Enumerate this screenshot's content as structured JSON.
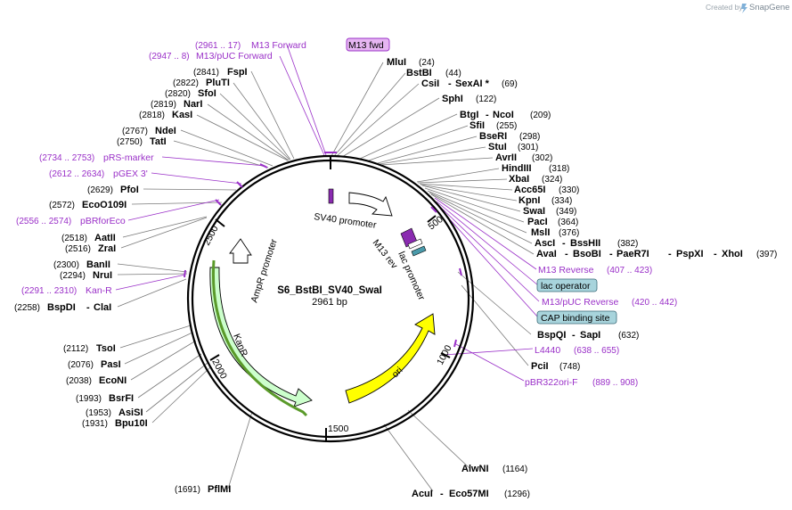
{
  "credit": {
    "created_by": "Created by",
    "brand": "SnapGene"
  },
  "plasmid": {
    "name": "S6_BstBI_SV40_SwaI",
    "length": "2961 bp"
  },
  "ticks": [
    "500",
    "1000",
    "1500",
    "2000",
    "2500"
  ],
  "features": {
    "sv40": "SV40 promoter",
    "ampr": "AmpR promoter",
    "kanr": "KanR",
    "ori": "ori",
    "lac": "lac promoter",
    "m13rev": "M13 rev"
  },
  "labels": {
    "m13fwd_box": "M13 fwd",
    "m13_forward_pos": "(2961 .. 17)",
    "m13_forward": "M13 Forward",
    "m13puc_fwd_pos": "(2947 .. 8)",
    "m13puc_fwd": "M13/pUC Forward",
    "fspi_pos": "(2841)",
    "fspi": "FspI",
    "pluti_pos": "(2822)",
    "pluti": "PluTI",
    "sfoi_pos": "(2820)",
    "sfoi": "SfoI",
    "nari_pos": "(2819)",
    "nari": "NarI",
    "kasi_pos": "(2818)",
    "kasi": "KasI",
    "ndei_pos": "(2767)",
    "ndei": "NdeI",
    "tati_pos": "(2750)",
    "tati": "TatI",
    "prs_pos": "(2734 .. 2753)",
    "prs": "pRS-marker",
    "pgex_pos": "(2612 .. 2634)",
    "pgex": "pGEX 3'",
    "pfoi_pos": "(2629)",
    "pfoi": "PfoI",
    "eco0109i_pos": "(2572)",
    "eco0109i": "EcoO109I",
    "pbrfor_pos": "(2556 .. 2574)",
    "pbrfor": "pBRforEco",
    "aatii_pos": "(2518)",
    "aatii": "AatII",
    "zrai_pos": "(2516)",
    "zrai": "ZraI",
    "banii_pos": "(2300)",
    "banii": "BanII",
    "nrui_pos": "(2294)",
    "nrui": "NruI",
    "kanr_primer_pos": "(2291 .. 2310)",
    "kanr_primer": "Kan-R",
    "bspdi_pos": "(2258)",
    "bspdi": "BspDI",
    "clai": "ClaI",
    "tsoi_pos": "(2112)",
    "tsoi": "TsoI",
    "pasi_pos": "(2076)",
    "pasi": "PasI",
    "econi_pos": "(2038)",
    "econi": "EcoNI",
    "bsrfi_pos": "(1993)",
    "bsrfi": "BsrFI",
    "asisi_pos": "(1953)",
    "asisi": "AsiSI",
    "bpu10i_pos": "(1931)",
    "bpu10i": "Bpu10I",
    "pflmi_pos": "(1691)",
    "pflmi": "PflMI",
    "mlui": "MluI",
    "mlui_pos": "(24)",
    "bstbi": "BstBI",
    "bstbi_pos": "(44)",
    "csii": "CsiI",
    "sexai": "SexAI *",
    "sexai_pos": "(69)",
    "sphi": "SphI",
    "sphi_pos": "(122)",
    "bstgi": "BtgI",
    "ncoi": "NcoI",
    "ncoi_pos": "(209)",
    "sfii": "SfiI",
    "sfii_pos": "(255)",
    "bseri": "BseRI",
    "bseri_pos": "(298)",
    "stui": "StuI",
    "stui_pos": "(301)",
    "avrii": "AvrII",
    "avrii_pos": "(302)",
    "hindiii": "HindIII",
    "hindiii_pos": "(318)",
    "xbai": "XbaI",
    "xbai_pos": "(324)",
    "acc65i": "Acc65I",
    "acc65i_pos": "(330)",
    "kpni": "KpnI",
    "kpni_pos": "(334)",
    "swai": "SwaI",
    "swai_pos": "(349)",
    "paci": "PacI",
    "paci_pos": "(364)",
    "msli": "MslI",
    "msli_pos": "(376)",
    "asci": "AscI",
    "bsshii": "BssHII",
    "bsshii_pos": "(382)",
    "avai": "AvaI",
    "bsobi": "BsoBI",
    "paer7i": "PaeR7I",
    "pspxi": "PspXI",
    "xhoi": "XhoI",
    "xhoi_pos": "(397)",
    "m13reverse": "M13 Reverse",
    "m13reverse_pos": "(407 .. 423)",
    "lacop": "lac operator",
    "m13pucrev": "M13/pUC Reverse",
    "m13pucrev_pos": "(420 .. 442)",
    "cap": "CAP binding site",
    "bspqi": "BspQI",
    "sapi": "SapI",
    "sapi_pos": "(632)",
    "l4440": "L4440",
    "l4440_pos": "(638 .. 655)",
    "pcii": "PciI",
    "pcii_pos": "(748)",
    "pbr322": "pBR322ori-F",
    "pbr322_pos": "(889 .. 908)",
    "alwni": "AlwNI",
    "alwni_pos": "(1164)",
    "acui": "AcuI",
    "eco57mi": "Eco57MI",
    "eco57mi_pos": "(1296)",
    "dash": "-"
  },
  "colors": {
    "primer": "#9a30c8",
    "ori": "#ffff00",
    "kanr": "#ccffcc",
    "lac": "#4a9aaa",
    "box": "#a8d4dc"
  }
}
